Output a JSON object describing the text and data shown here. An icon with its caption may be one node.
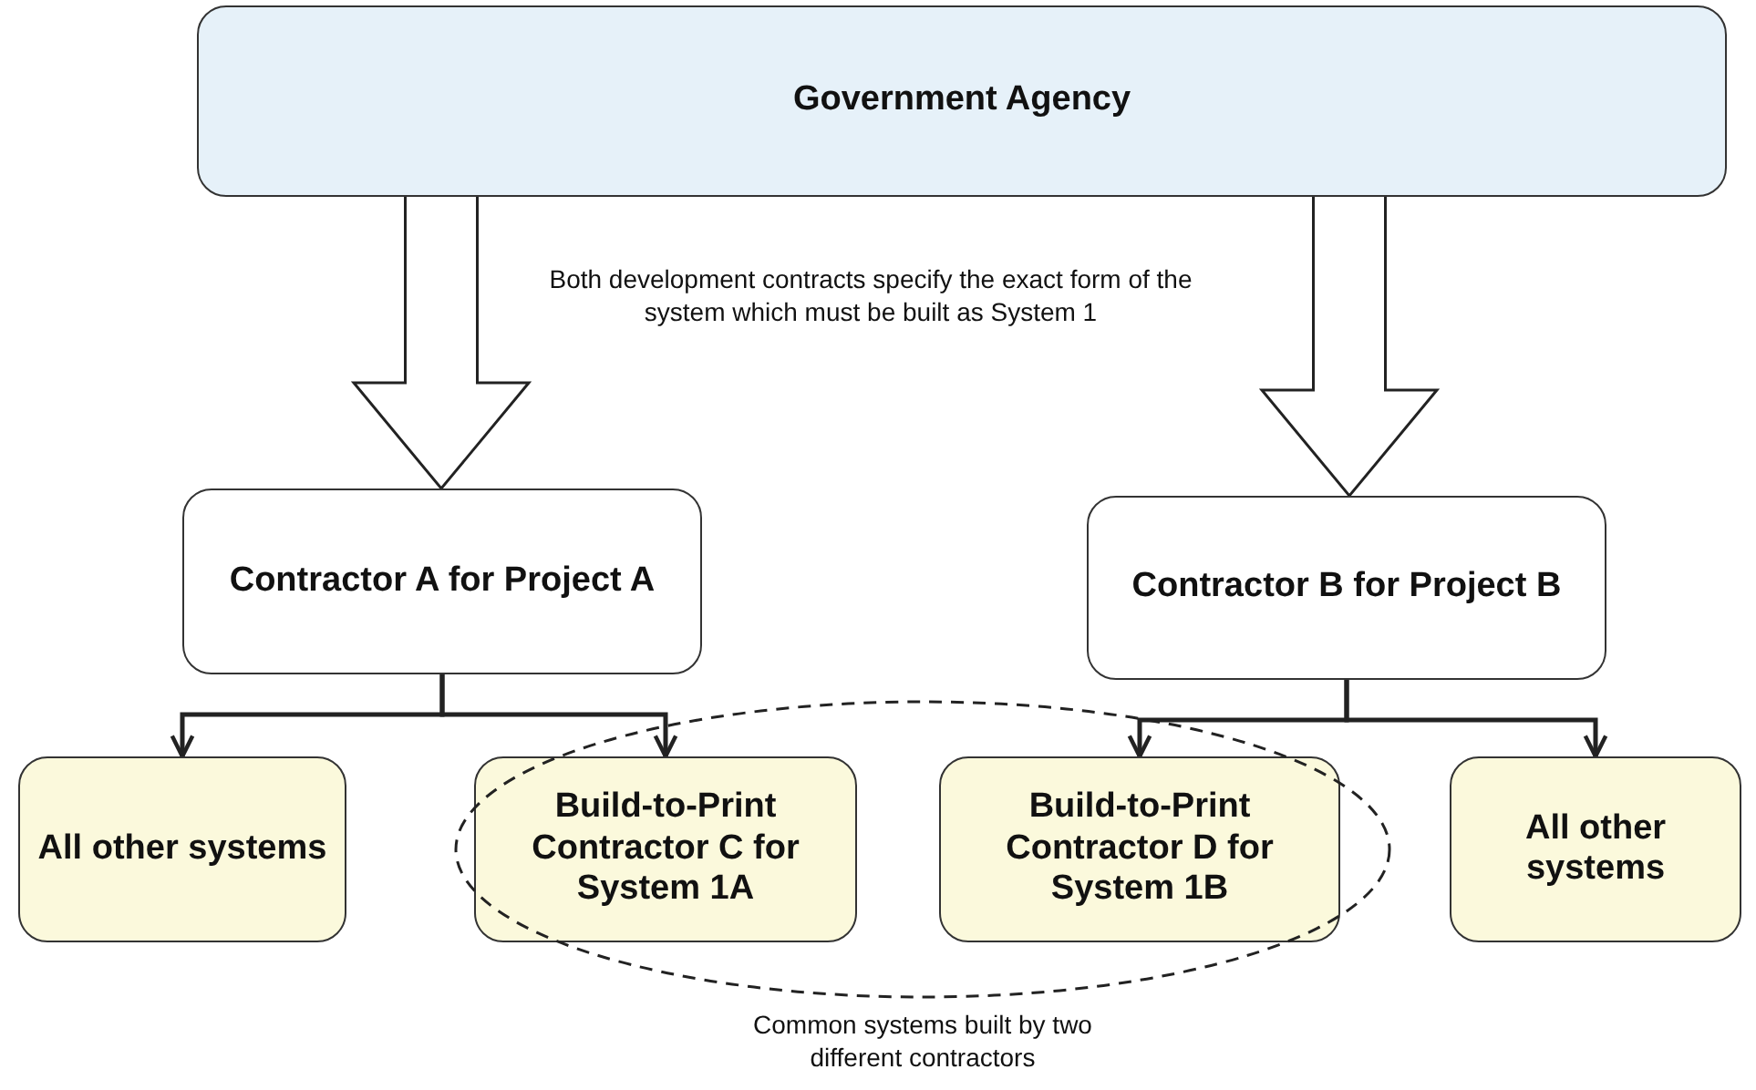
{
  "diagram": {
    "nodes": [
      {
        "text": [
          "Government Agency"
        ]
      },
      {
        "text": [
          "Contractor A for Project A"
        ]
      },
      {
        "text": [
          "Contractor B for Project B"
        ]
      },
      {
        "text": [
          "All other systems"
        ]
      },
      {
        "text": [
          "Build-to-Print Contractor C for System 1A"
        ]
      },
      {
        "text": [
          "Build-to-Print Contractor D for System 1B"
        ]
      },
      {
        "text": [
          "All other systems"
        ]
      },
      {
        "text": [
          "Common systems built by two different contractors"
        ]
      }
    ],
    "edges": [
      {
        "from": 0,
        "to": 1,
        "arrow": "to",
        "style": "thick"
      },
      {
        "from": 0,
        "to": 2,
        "arrow": "to",
        "style": "thick"
      },
      {
        "from": 1,
        "to": 3,
        "arrow": "to"
      },
      {
        "from": 1,
        "to": 4,
        "arrow": "to"
      },
      {
        "from": 2,
        "to": 5,
        "arrow": "to"
      },
      {
        "from": 2,
        "to": 6,
        "arrow": "to"
      }
    ],
    "labels": [
      "Both development contracts specify the exact form of the system which must be built as System 1"
    ]
  }
}
